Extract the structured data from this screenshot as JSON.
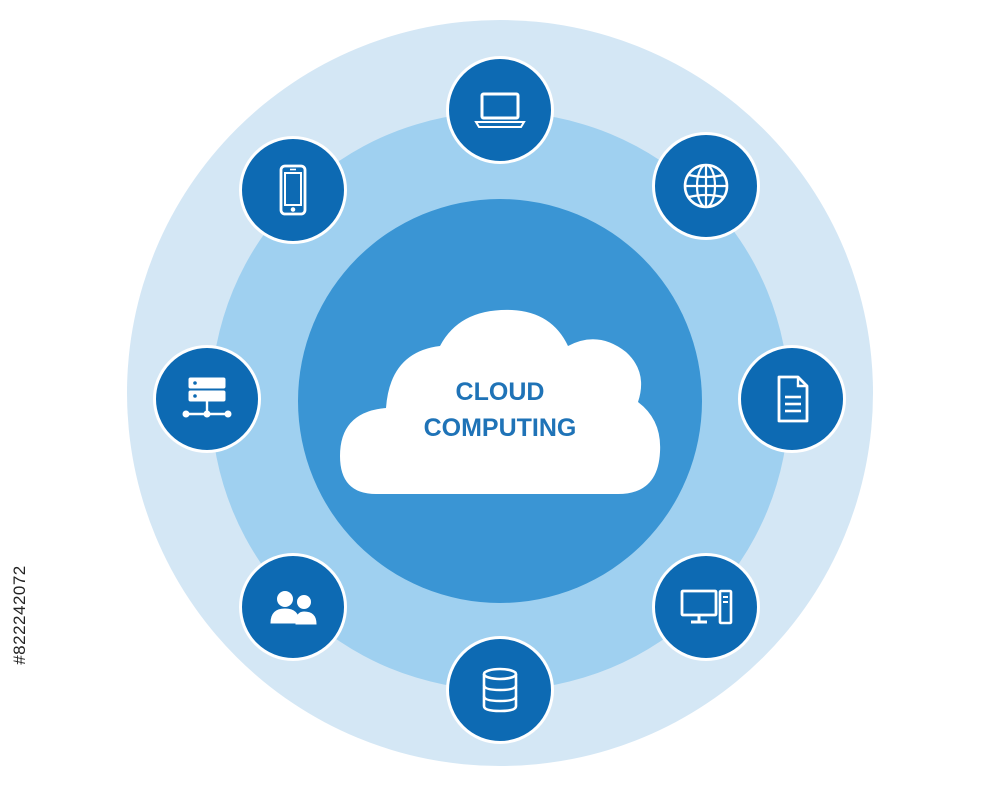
{
  "diagram": {
    "title_lines": [
      "CLOUD",
      "COMPUTING"
    ],
    "nodes": [
      {
        "name": "laptop-node",
        "icon": "laptop-icon"
      },
      {
        "name": "globe-node",
        "icon": "globe-icon"
      },
      {
        "name": "document-node",
        "icon": "document-icon"
      },
      {
        "name": "desktop-node",
        "icon": "desktop-computer-icon"
      },
      {
        "name": "database-node",
        "icon": "database-icon"
      },
      {
        "name": "users-node",
        "icon": "users-icon"
      },
      {
        "name": "server-node",
        "icon": "server-network-icon"
      },
      {
        "name": "mobile-node",
        "icon": "smartphone-icon"
      }
    ]
  },
  "watermark": {
    "id_text": "#822242072"
  },
  "colors": {
    "outer_ring": "#d4e7f5",
    "middle_ring": "#9fd0f0",
    "inner_circle": "#3a95d4",
    "node_fill": "#0d6ab3",
    "node_border": "#ffffff",
    "cloud_fill": "#ffffff",
    "title_text": "#1f73b7",
    "icon_stroke": "#ffffff"
  }
}
